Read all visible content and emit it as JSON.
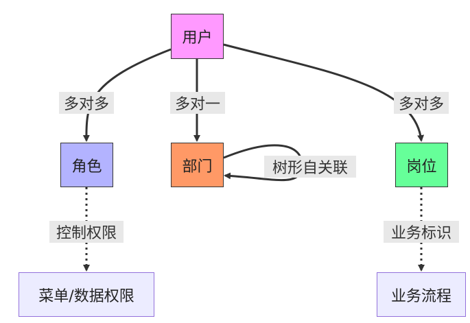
{
  "nodes": {
    "user": {
      "label": "用户",
      "color": "#ff99ff"
    },
    "role": {
      "label": "角色",
      "color": "#b3b3ff"
    },
    "dept": {
      "label": "部门",
      "color": "#ff9966"
    },
    "post": {
      "label": "岗位",
      "color": "#66ff99"
    },
    "menu": {
      "label": "菜单/数据权限",
      "color": "#ececff"
    },
    "flow": {
      "label": "业务流程",
      "color": "#ececff"
    }
  },
  "edges": {
    "user_role": {
      "label": "多对多"
    },
    "user_dept": {
      "label": "多对一"
    },
    "user_post": {
      "label": "多对多"
    },
    "dept_self": {
      "label": "树形自关联"
    },
    "role_menu": {
      "label": "控制权限"
    },
    "post_flow": {
      "label": "业务标识"
    }
  }
}
